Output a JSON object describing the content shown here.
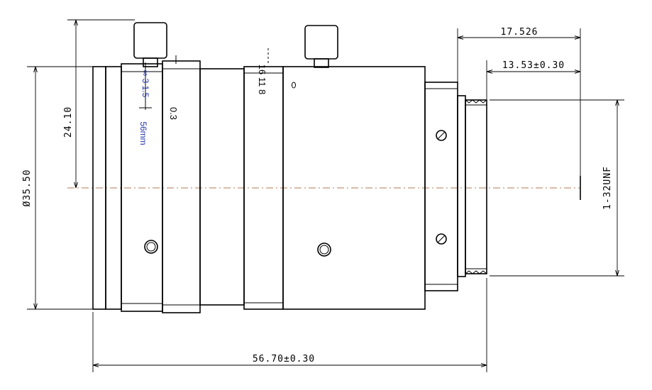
{
  "dimensions": {
    "total_length": "56.70±0.30",
    "top_length": "17.526",
    "back_focus": "13.53±0.30",
    "diameter": "Ø35.50",
    "front_height": "24.10",
    "thread": "1-32UNF"
  },
  "lens_markings": {
    "focal": "56mm",
    "distance_min": "0.3",
    "scale_marks": "∞ 3 1.5",
    "aperture_marks": "16 11 8"
  },
  "colors": {
    "line": "#000000",
    "centerline": "#b07a55",
    "marking": "#2233aa"
  }
}
